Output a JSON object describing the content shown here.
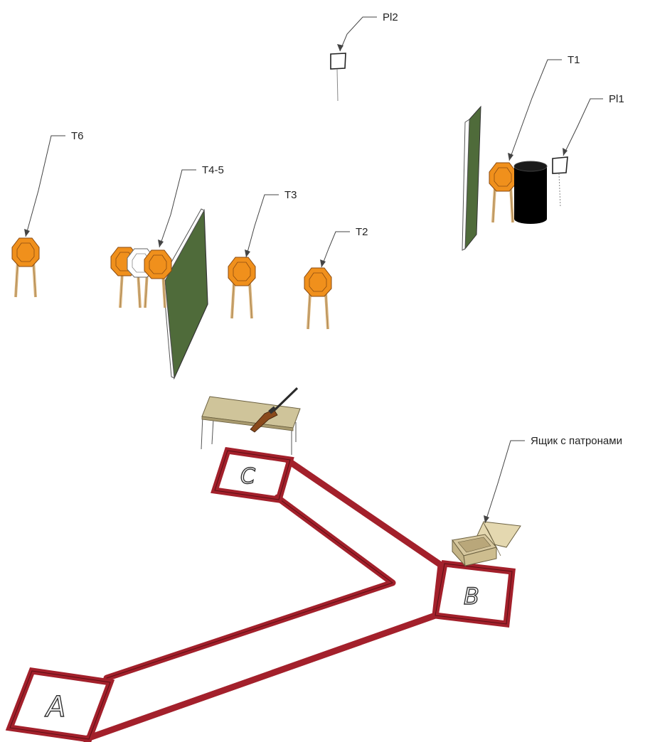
{
  "labels": {
    "pl2": "Pl2",
    "pl1": "Pl1",
    "t1": "T1",
    "t2": "T2",
    "t3": "T3",
    "t4_5": "T4-5",
    "t6": "T6",
    "ammo_box": "Ящик с патронами"
  },
  "zones": {
    "a": "A",
    "b": "B",
    "c": "C"
  },
  "colors": {
    "target": "#f0901c",
    "target_white": "#ffffff",
    "post": "#d9b27a",
    "wall": "#4f6b3a",
    "barrel": "#000000",
    "fault_line": "#a3202b",
    "table_top": "#cfc49a",
    "crate": "#d6c79e"
  }
}
